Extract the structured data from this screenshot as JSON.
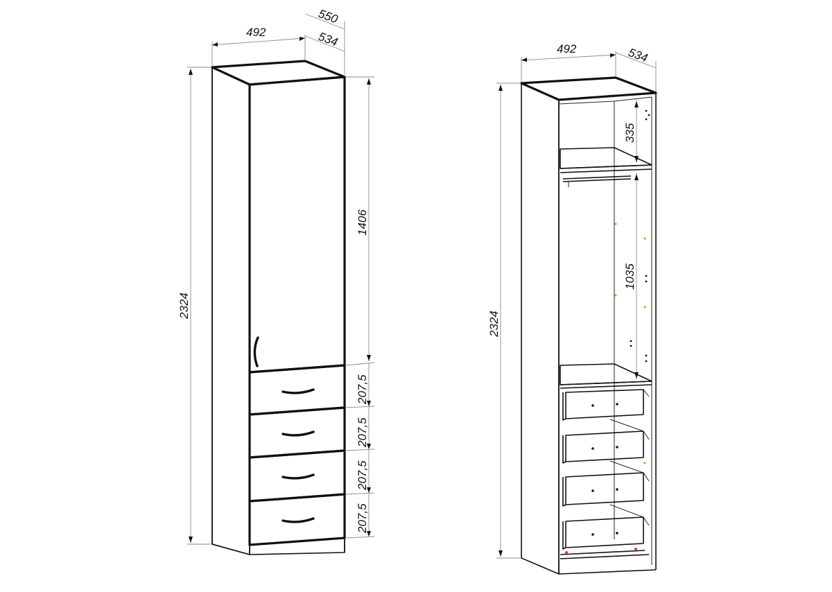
{
  "colors": {
    "line": "#111111",
    "dimension": "#8a8a8a",
    "accent_pin": "#e39a2a",
    "red_pin": "#d43a2a"
  },
  "closed_view": {
    "width": "492",
    "depth_total": "550",
    "depth_body": "534",
    "height_total": "2324",
    "door_height": "1406",
    "drawer_heights": [
      "207,5",
      "207,5",
      "207,5",
      "207,5"
    ]
  },
  "open_view": {
    "width": "492",
    "depth": "534",
    "height_total": "2324",
    "top_shelf_height": "335",
    "hanging_height": "1035"
  }
}
